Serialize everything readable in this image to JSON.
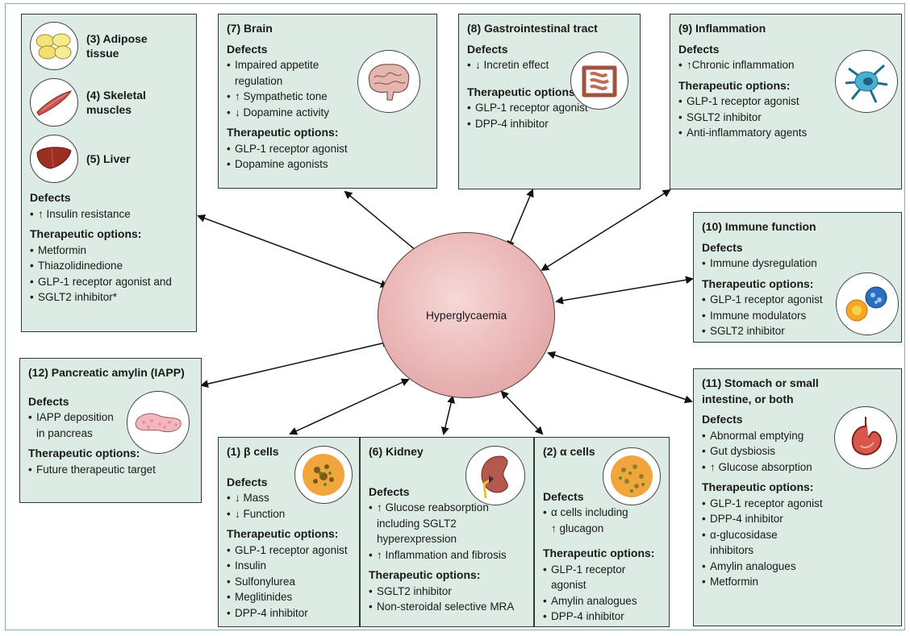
{
  "center": {
    "label": "Hyperglycaemia"
  },
  "labels": {
    "defects": "Defects",
    "therapeutic": "Therapeutic options:"
  },
  "box_left": {
    "organs": [
      "(3) Adipose tissue",
      "(4) Skeletal muscles",
      "(5) Liver"
    ],
    "organ_lines": [
      [
        "(3) Adipose",
        "tissue"
      ],
      [
        "(4) Skeletal",
        "muscles"
      ],
      [
        "(5) Liver"
      ]
    ],
    "defects": [
      "↑ Insulin resistance"
    ],
    "options": [
      "Metformin",
      "Thiazolidinedione",
      "GLP-1 receptor agonist and SGLT2 inhibitor*"
    ],
    "options_display": [
      "Metformin",
      "Thiazolidinedione",
      "GLP-1 receptor agonist and",
      "SGLT2 inhibitor*"
    ]
  },
  "brain": {
    "title": "(7) Brain",
    "defects": [
      "Impaired appetite regulation",
      "↑ Sympathetic tone",
      "↓ Dopamine activity"
    ],
    "options": [
      "GLP-1 receptor agonist",
      "Dopamine agonists"
    ]
  },
  "gi": {
    "title": "(8) Gastrointestinal tract",
    "defects": [
      "↓ Incretin effect"
    ],
    "options": [
      "GLP-1 receptor agonist",
      "DPP-4 inhibitor"
    ]
  },
  "inflammation": {
    "title": "(9) Inflammation",
    "defects": [
      "↑Chronic inflammation"
    ],
    "options": [
      "GLP-1 receptor agonist",
      "SGLT2 inhibitor",
      "Anti-inflammatory agents"
    ]
  },
  "immune": {
    "title": "(10) Immune function",
    "defects": [
      "Immune dysregulation"
    ],
    "options": [
      "GLP-1 receptor agonist",
      "Immune modulators",
      "SGLT2 inhibitor"
    ]
  },
  "stomach": {
    "title": "(11) Stomach or small intestine, or both",
    "defects": [
      "Abnormal emptying",
      "Gut dysbiosis",
      "↑ Glucose absorption"
    ],
    "options": [
      "GLP-1 receptor agonist",
      "DPP-4 inhibitor",
      "α-glucosidase inhibitors",
      "Amylin analogues",
      "Metformin"
    ]
  },
  "amylin": {
    "title": "(12) Pancreatic amylin (IAPP)",
    "defects": [
      "IAPP deposition in pancreas"
    ],
    "options": [
      "Future therapeutic target"
    ]
  },
  "beta": {
    "title": "(1) β cells",
    "defects": [
      "↓ Mass",
      "↓ Function"
    ],
    "options": [
      "GLP-1 receptor agonist",
      "Insulin",
      "Sulfonylurea",
      "Meglitinides",
      "DPP-4 inhibitor"
    ]
  },
  "kidney": {
    "title": "(6) Kidney",
    "defects": [
      "↑ Glucose reabsorption including SGLT2 hyperexpression",
      "↑ Inflammation and fibrosis"
    ],
    "options": [
      "SGLT2 inhibitor",
      "Non-steroidal selective MRA"
    ]
  },
  "alpha": {
    "title": "(2) α cells",
    "defects": [
      "α cells including ↑ glucagon"
    ],
    "options": [
      "GLP-1 receptor agonist",
      "Amylin analogues",
      "DPP-4 inhibitor"
    ]
  }
}
